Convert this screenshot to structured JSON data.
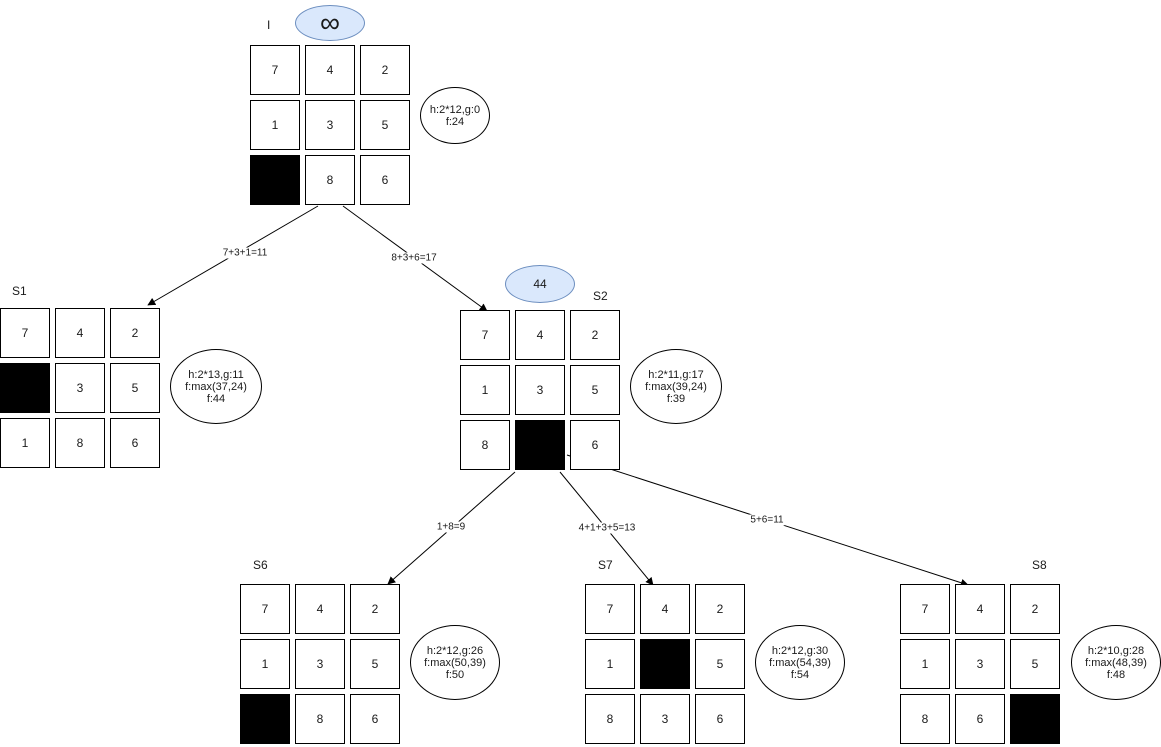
{
  "nodes": {
    "I": {
      "name": "I",
      "board": [
        [
          "7",
          "4",
          "2"
        ],
        [
          "1",
          "3",
          "5"
        ],
        [
          "",
          "8",
          "6"
        ]
      ],
      "info": [
        "h:2*12,g:0",
        "f:24"
      ],
      "badge": "∞"
    },
    "S1": {
      "name": "S1",
      "board": [
        [
          "7",
          "4",
          "2"
        ],
        [
          "",
          "3",
          "5"
        ],
        [
          "1",
          "8",
          "6"
        ]
      ],
      "info": [
        "h:2*13,g:11",
        "f:max(37,24)",
        "f:44"
      ]
    },
    "S2": {
      "name": "S2",
      "board": [
        [
          "7",
          "4",
          "2"
        ],
        [
          "1",
          "3",
          "5"
        ],
        [
          "8",
          "",
          "6"
        ]
      ],
      "info": [
        "h:2*11,g:17",
        "f:max(39,24)",
        "f:39"
      ],
      "badge": "44"
    },
    "S6": {
      "name": "S6",
      "board": [
        [
          "7",
          "4",
          "2"
        ],
        [
          "1",
          "3",
          "5"
        ],
        [
          "",
          "8",
          "6"
        ]
      ],
      "info": [
        "h:2*12,g:26",
        "f:max(50,39)",
        "f:50"
      ]
    },
    "S7": {
      "name": "S7",
      "board": [
        [
          "7",
          "4",
          "2"
        ],
        [
          "1",
          "",
          "5"
        ],
        [
          "8",
          "3",
          "6"
        ]
      ],
      "info": [
        "h:2*12,g:30",
        "f:max(54,39)",
        "f:54"
      ]
    },
    "S8": {
      "name": "S8",
      "board": [
        [
          "7",
          "4",
          "2"
        ],
        [
          "1",
          "3",
          "5"
        ],
        [
          "8",
          "6",
          ""
        ]
      ],
      "info": [
        "h:2*10,g:28",
        "f:max(48,39)",
        "f:48"
      ]
    }
  },
  "edges": [
    {
      "from": "I",
      "to": "S1",
      "label": "7+3+1=11"
    },
    {
      "from": "I",
      "to": "S2",
      "label": "8+3+6=17"
    },
    {
      "from": "S2",
      "to": "S6",
      "label": "1+8=9"
    },
    {
      "from": "S2",
      "to": "S7",
      "label": "4+1+3+5=13"
    },
    {
      "from": "S2",
      "to": "S8",
      "label": "5+6=11"
    }
  ]
}
